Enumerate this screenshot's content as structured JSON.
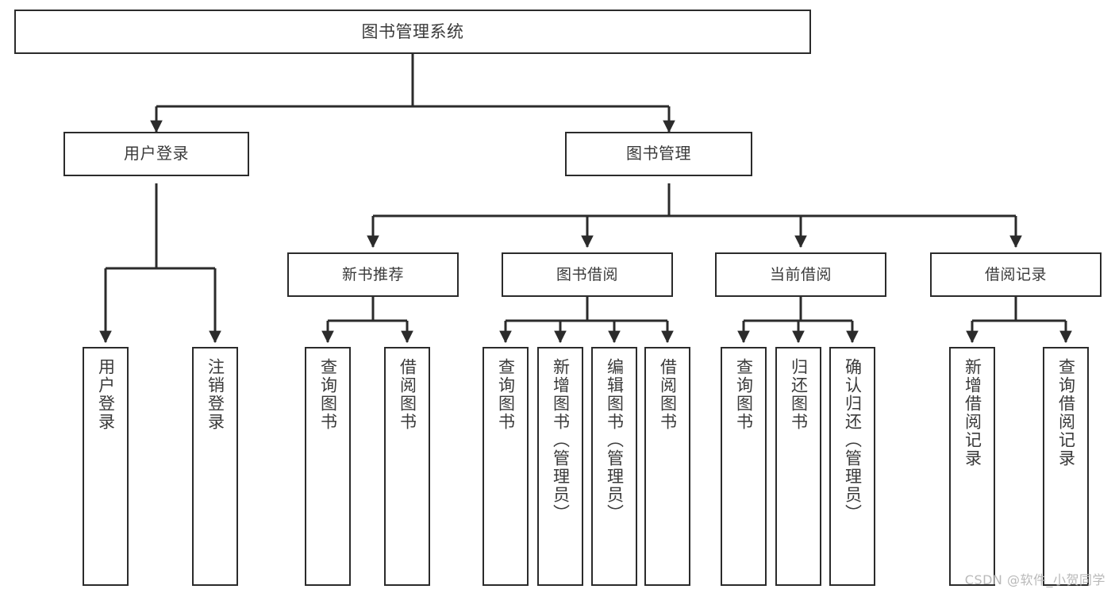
{
  "diagram": {
    "title": "图书管理系统",
    "watermark": "CSDN @软件_小贺同学",
    "stroke_color": "#2b2b2b",
    "text_color": "#3a3a3a",
    "background_color": "#ffffff",
    "root": {
      "label": "图书管理系统"
    },
    "level2": [
      {
        "label": "用户登录"
      },
      {
        "label": "图书管理"
      }
    ],
    "level3": [
      {
        "label": "新书推荐"
      },
      {
        "label": "图书借阅"
      },
      {
        "label": "当前借阅"
      },
      {
        "label": "借阅记录"
      }
    ],
    "leaves": {
      "user_login": [
        {
          "label": "用户登录"
        },
        {
          "label": "注销登录"
        }
      ],
      "new_book_recommend": [
        {
          "label": "查询图书"
        },
        {
          "label": "借阅图书"
        }
      ],
      "book_borrow": [
        {
          "label": "查询图书"
        },
        {
          "label": "新增图书（管理员）"
        },
        {
          "label": "编辑图书（管理员）"
        },
        {
          "label": "借阅图书"
        }
      ],
      "current_borrow": [
        {
          "label": "查询图书"
        },
        {
          "label": "归还图书"
        },
        {
          "label": "确认归还（管理员）"
        }
      ],
      "borrow_record": [
        {
          "label": "新增借阅记录"
        },
        {
          "label": "查询借阅记录"
        }
      ]
    }
  }
}
